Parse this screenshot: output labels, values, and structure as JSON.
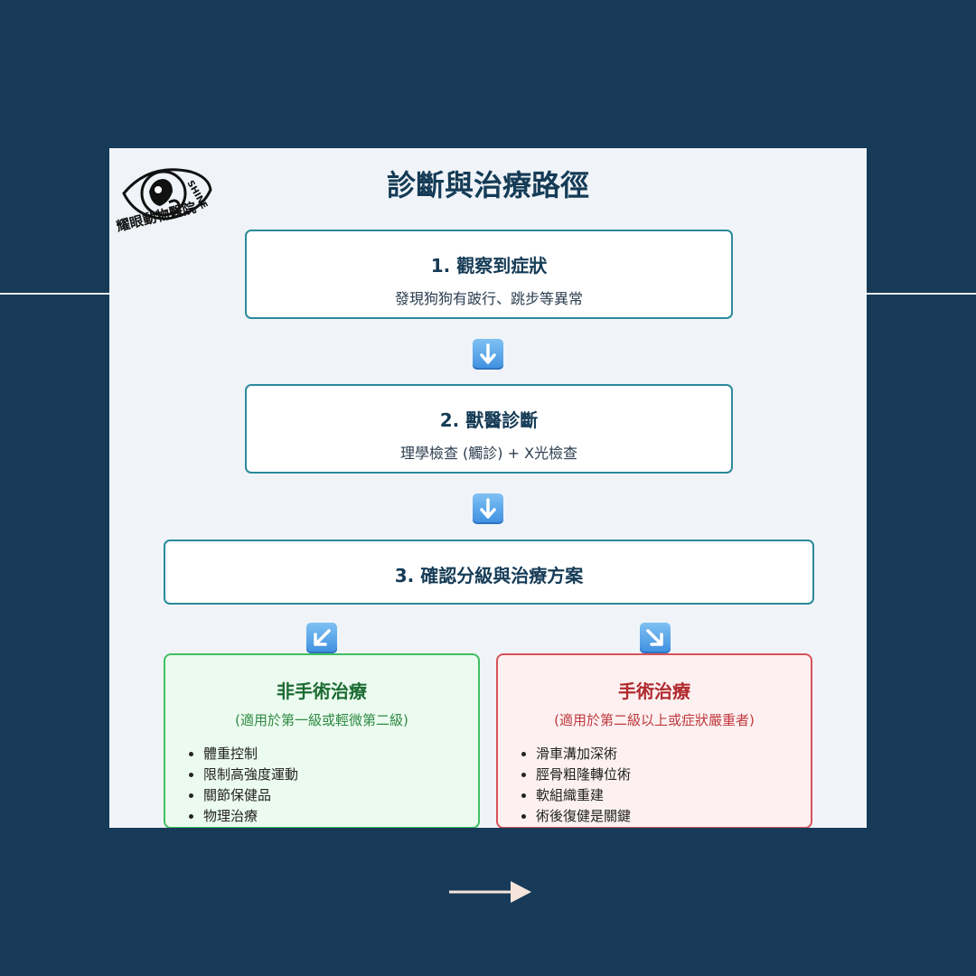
{
  "clinic": {
    "name": "耀眼動物醫院",
    "logo_text": "SHINE"
  },
  "title": "診斷與治療路徑",
  "steps": [
    {
      "heading": "1. 觀察到症狀",
      "detail": "發現狗狗有跛行、跳步等異常"
    },
    {
      "heading": "2. 獸醫診斷",
      "detail": "理學檢查 (觸診) + X光檢查"
    },
    {
      "heading": "3. 確認分級與治療方案"
    }
  ],
  "branches": {
    "non_surgical": {
      "title": "非手術治療",
      "subtitle": "(適用於第一級或輕微第二級)",
      "items": [
        "體重控制",
        "限制高強度運動",
        "關節保健品",
        "物理治療"
      ],
      "color": "#3ec061"
    },
    "surgical": {
      "title": "手術治療",
      "subtitle": "(適用於第二級以上或症狀嚴重者)",
      "items": [
        "滑車溝加深術",
        "脛骨粗隆轉位術",
        "軟組織重建",
        "術後復健是關鍵"
      ],
      "color": "#d6535a"
    }
  },
  "icons": [
    "down-arrow-icon",
    "down-left-arrow-icon",
    "down-right-arrow-icon",
    "right-arrow-icon"
  ],
  "colors": {
    "background": "#173a58",
    "panel": "#f0f4f8",
    "box_border": "#2b8a9b",
    "title": "#153b56"
  }
}
